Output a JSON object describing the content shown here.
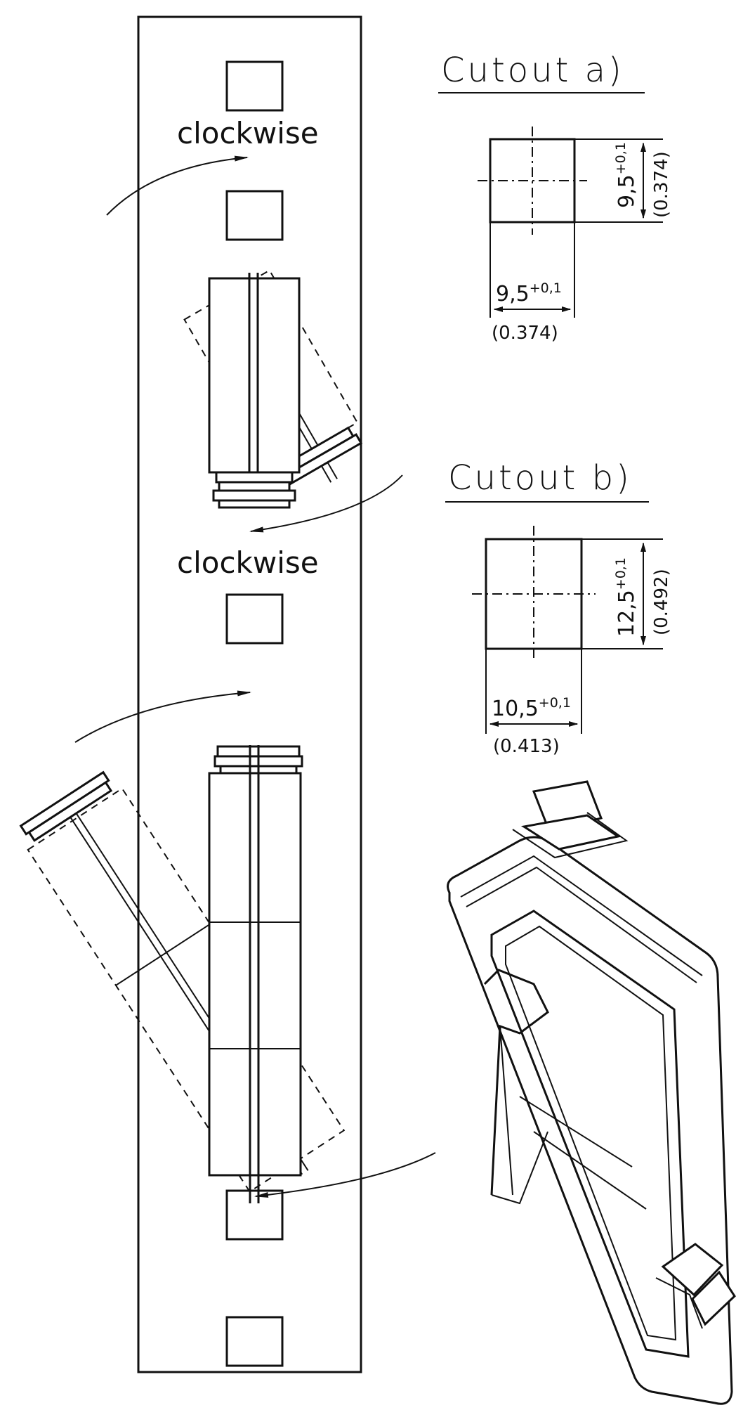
{
  "panel": {
    "label_top": "clockwise",
    "label_middle": "clockwise"
  },
  "cutout_a": {
    "title": "Cutout a)",
    "width_mm": "9,5",
    "width_tol": "+0,1",
    "width_in": "(0.374)",
    "height_mm": "9,5",
    "height_tol": "+0,1",
    "height_in": "(0.374)"
  },
  "cutout_b": {
    "title": "Cutout b)",
    "width_mm": "10,5",
    "width_tol": "+0,1",
    "width_in": "(0.413)",
    "height_mm": "12,5",
    "height_tol": "+0,1",
    "height_in": "(0.492)"
  }
}
